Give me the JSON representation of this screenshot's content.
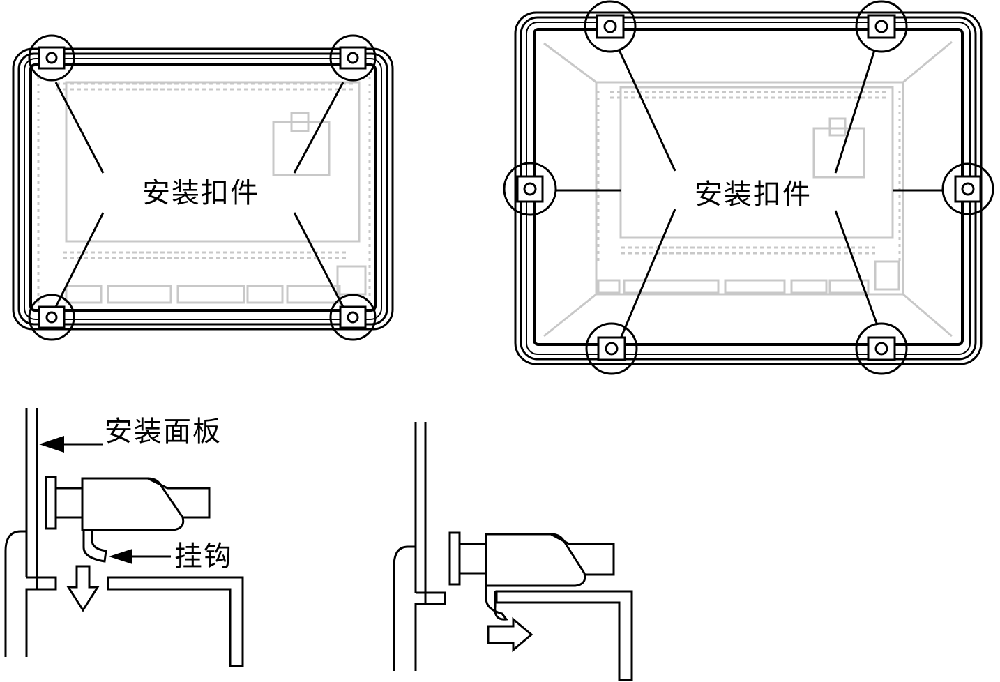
{
  "labels": {
    "left_panel_clips": "安装扣件",
    "right_panel_clips": "安装扣件",
    "mount_panel": "安装面板",
    "hook": "挂钩"
  },
  "colors": {
    "ink": "#000000",
    "ghost": "#c8c8c8",
    "background": "#ffffff"
  }
}
